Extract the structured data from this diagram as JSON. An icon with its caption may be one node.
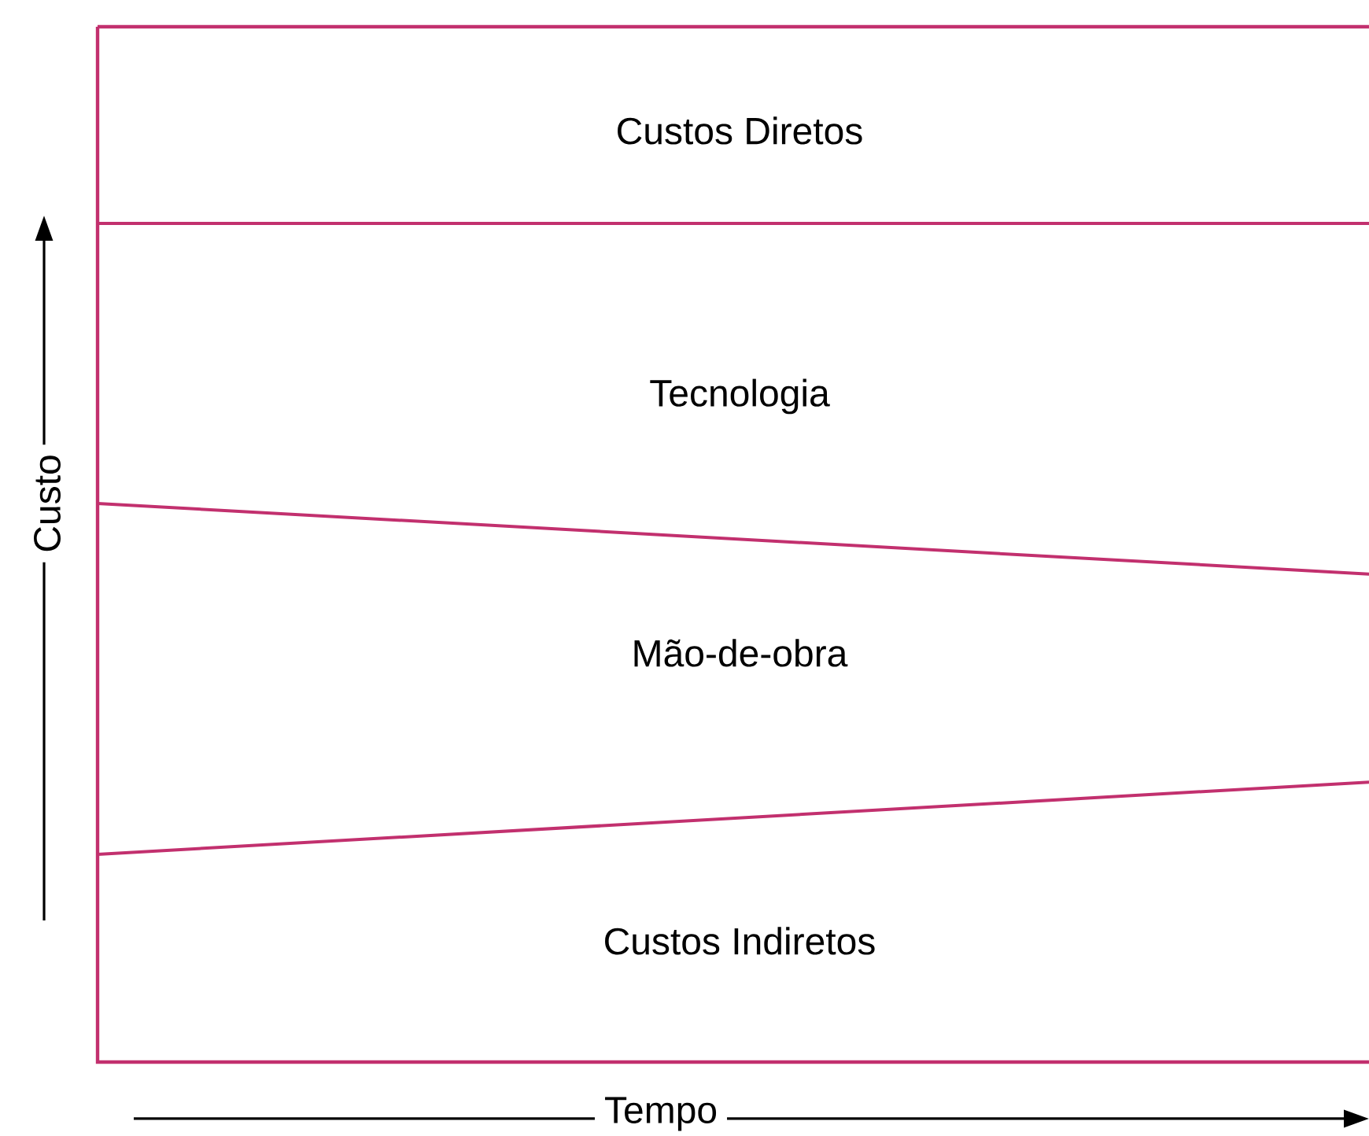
{
  "diagram": {
    "labels": [
      "Custos Diretos",
      "Tecnologia",
      "Custo",
      "Mão-de-obra",
      "Custos Indiretos",
      "Tempo"
    ]
  }
}
